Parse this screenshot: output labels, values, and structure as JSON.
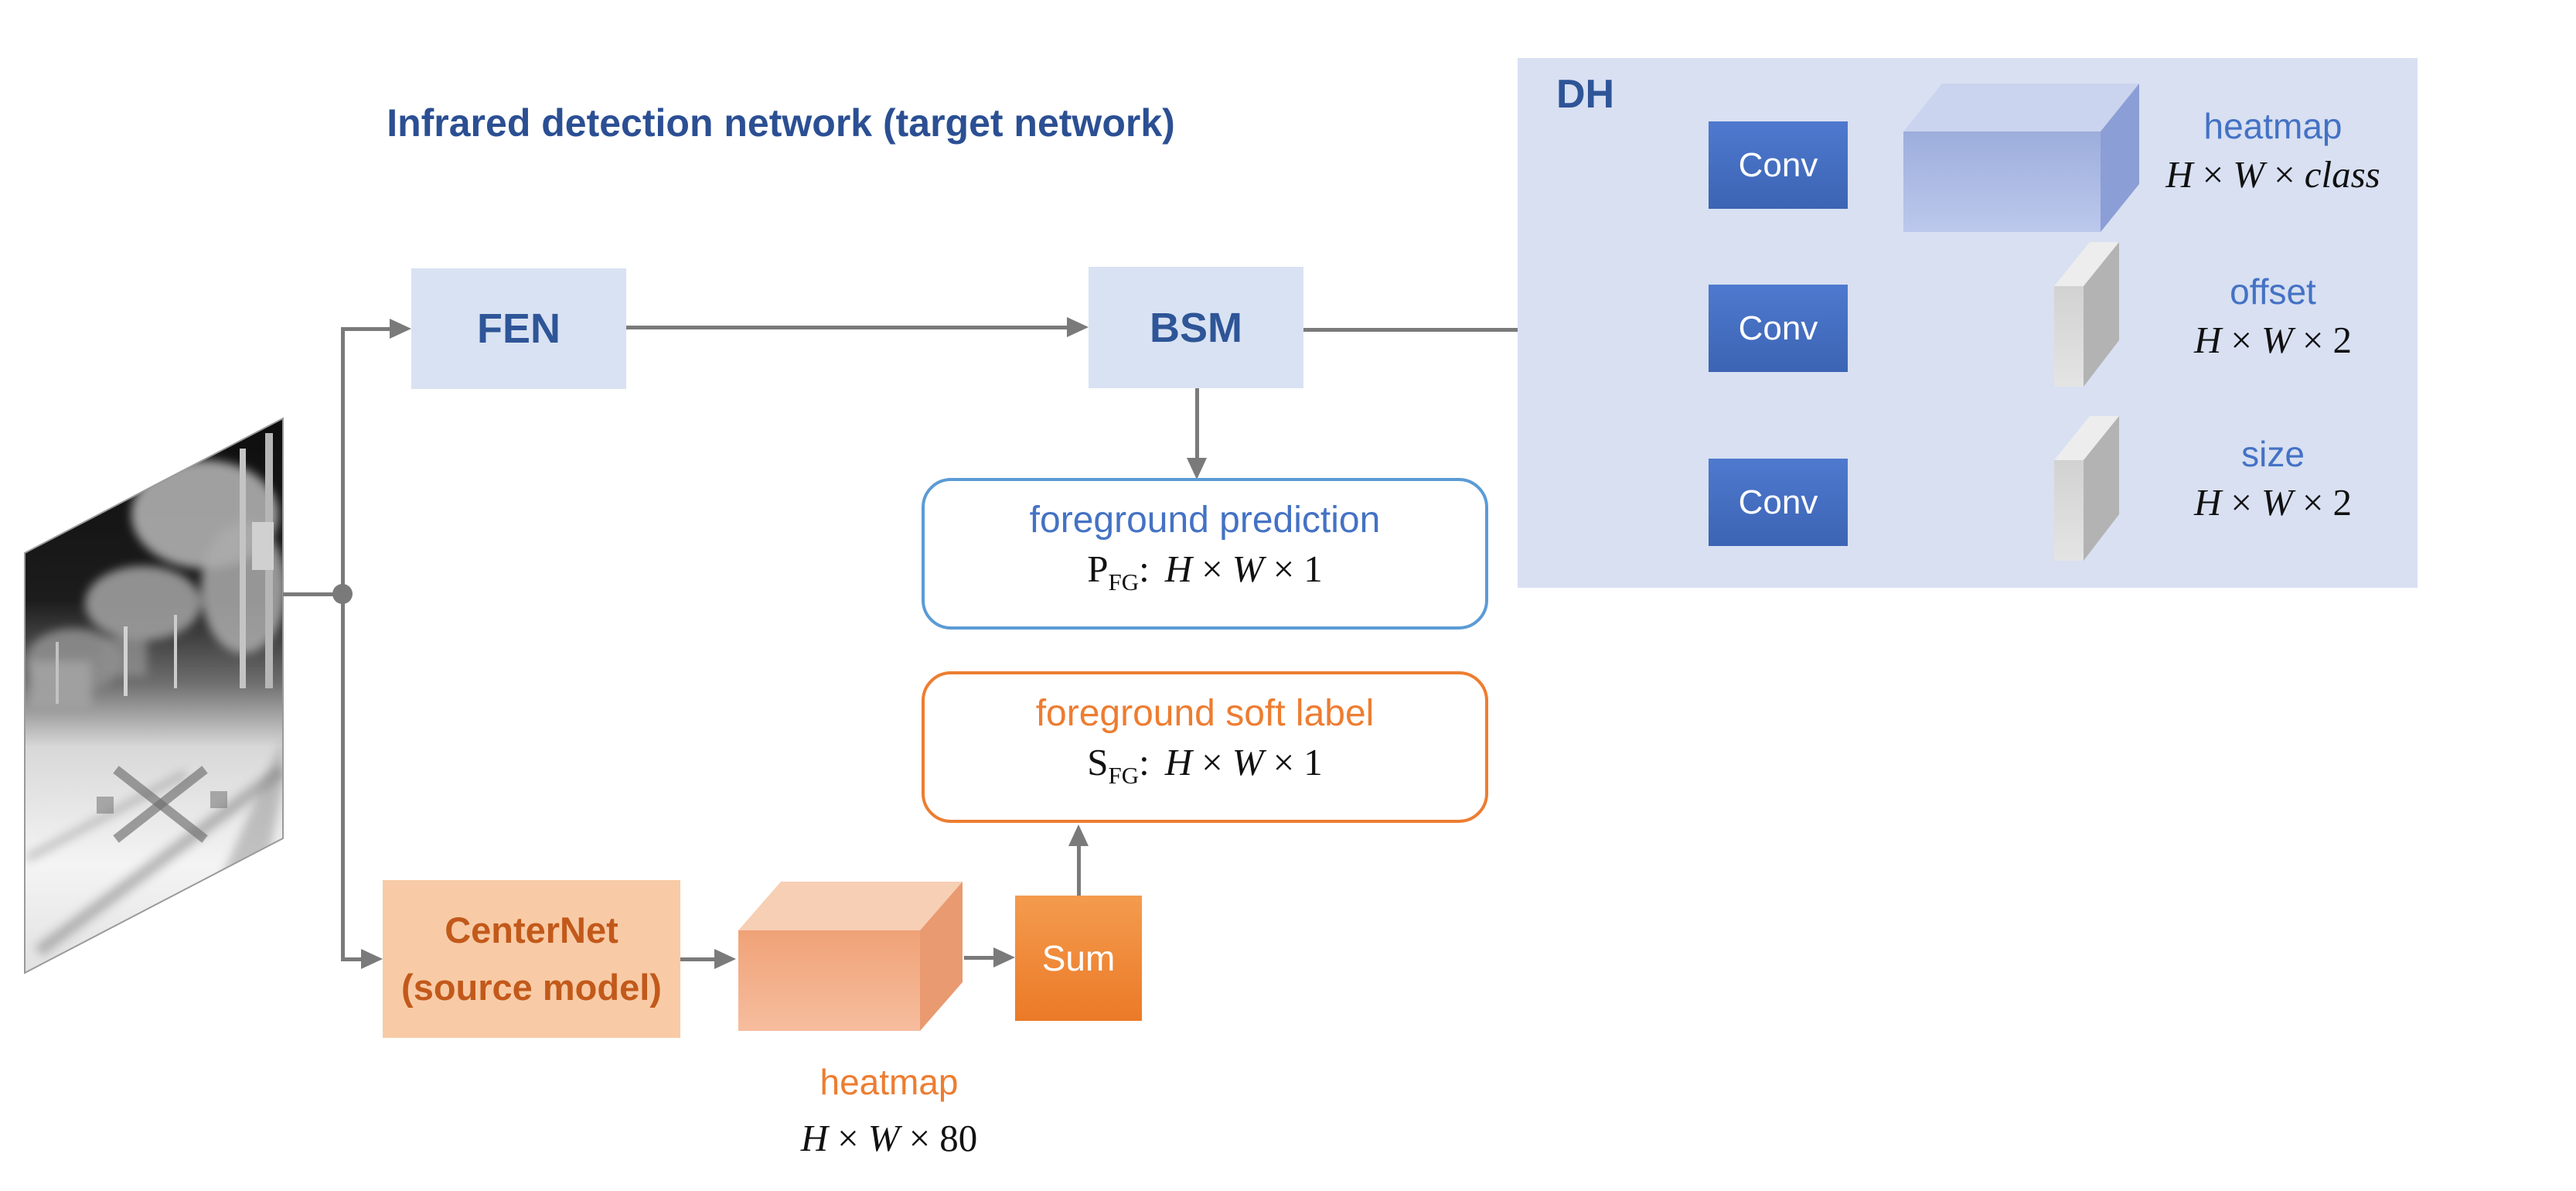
{
  "title": "Infrared detection network (target network)",
  "symbols": {
    "times": "×",
    "colon": ":"
  },
  "nodes": {
    "fen": "FEN",
    "bsm": "BSM",
    "dh": "DH",
    "conv": "Conv",
    "sum": "Sum",
    "centernet": {
      "line1": "CenterNet",
      "line2": "(source model)"
    }
  },
  "dh_outputs": [
    {
      "label": "heatmap",
      "h": "H",
      "w": "W",
      "depth": "class"
    },
    {
      "label": "offset",
      "h": "H",
      "w": "W",
      "depth": "2"
    },
    {
      "label": "size",
      "h": "H",
      "w": "W",
      "depth": "2"
    }
  ],
  "foreground_prediction": {
    "label": "foreground prediction",
    "symbol": "P",
    "subscript": "FG",
    "h": "H",
    "w": "W",
    "depth": "1"
  },
  "foreground_soft_label": {
    "label": "foreground soft label",
    "symbol": "S",
    "subscript": "FG",
    "h": "H",
    "w": "W",
    "depth": "1"
  },
  "source_heatmap": {
    "label": "heatmap",
    "h": "H",
    "w": "W",
    "depth": "80"
  },
  "colors": {
    "accent_blue": "#4472C4",
    "dark_blue_text": "#2E5597",
    "light_blue_fill": "#D9E2F3",
    "dh_panel_fill": "#D8E0F2",
    "conv_blue": "#3C64B4",
    "orange": "#ED7D31",
    "centernet_fill": "#F8CBA6",
    "centernet_text": "#C2591B",
    "connector_gray": "#7A7A7A"
  }
}
